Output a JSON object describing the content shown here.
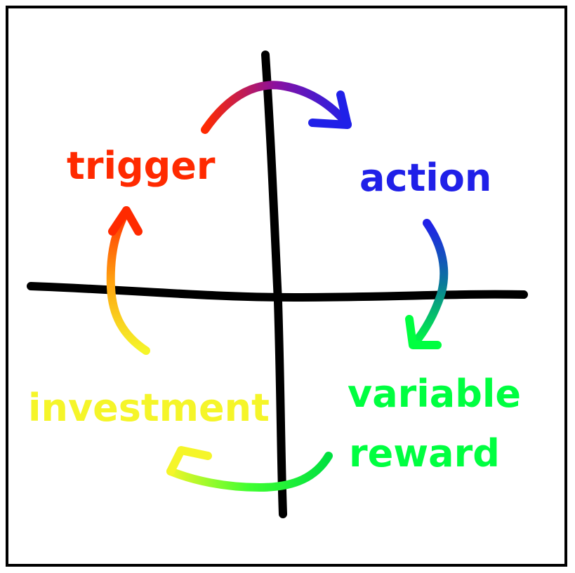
{
  "diagram": {
    "labels": {
      "trigger": "trigger",
      "action": "action",
      "variable": "variable",
      "reward": "reward",
      "investment": "investment"
    },
    "colors": {
      "trigger": "#ff2a00",
      "action": "#2020e8",
      "reward": "#00ff40",
      "investment": "#f5f529",
      "axes": "#000000"
    }
  }
}
